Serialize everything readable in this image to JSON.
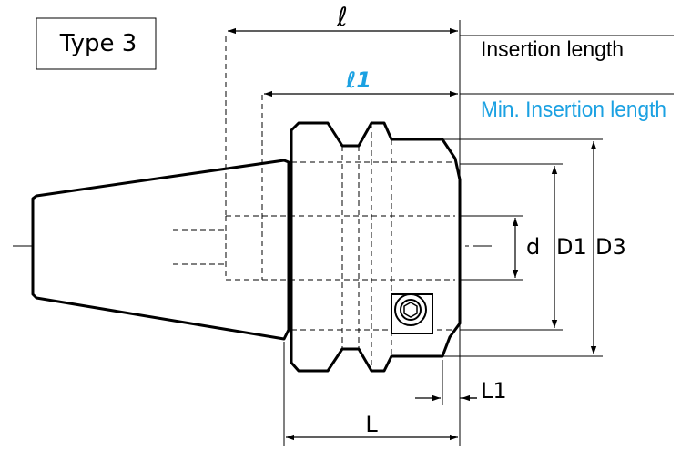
{
  "title": "Type 3",
  "dimensions": {
    "l": "ℓ",
    "l1": "ℓ1",
    "d": "d",
    "D1": "D1",
    "D3": "D3",
    "L": "L",
    "L1": "L1"
  },
  "legend": {
    "insertion_length": "Insertion length",
    "min_insertion_length": "Min. Insertion length"
  },
  "colors": {
    "outline": "#000000",
    "accent": "#1ba1e2",
    "body_fill": "#ffffff"
  }
}
